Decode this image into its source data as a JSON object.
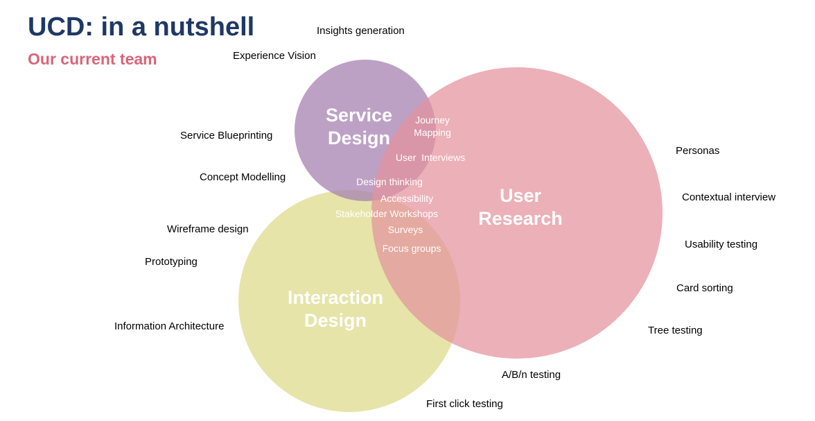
{
  "title": "UCD: in a nutshell",
  "subtitle": "Our current team",
  "colors": {
    "title": "#1f3864",
    "subtitle": "#d9647a",
    "service_design": "#a681b2",
    "user_research": "#e3919c",
    "interaction_design": "#dfdc8f"
  },
  "circles": {
    "service_design": {
      "line1": "Service",
      "line2": "Design"
    },
    "user_research": {
      "line1": "User",
      "line2": "Research"
    },
    "interaction_design": {
      "line1": "Interaction",
      "line2": "Design"
    }
  },
  "overlap_items": {
    "journey_1": "Journey",
    "journey_2": "Mapping",
    "user_interviews": "User  Interviews",
    "design_thinking": "Design thinking",
    "accessibility": "Accessibility",
    "stakeholder_workshops": "Stakeholder Workshops",
    "surveys": "Surveys",
    "focus_groups": "Focus groups"
  },
  "outer_items": {
    "insights_generation": "Insights generation",
    "experience_vision": "Experience Vision",
    "service_blueprinting": "Service Blueprinting",
    "concept_modelling": "Concept Modelling",
    "wireframe_design": "Wireframe design",
    "prototyping": "Prototyping",
    "information_architecture": "Information Architecture",
    "personas": "Personas",
    "contextual_interview": "Contextual interview",
    "usability_testing": "Usability testing",
    "card_sorting": "Card sorting",
    "tree_testing": "Tree testing",
    "ab_testing": "A/B/n testing",
    "first_click_testing": "First click testing"
  }
}
